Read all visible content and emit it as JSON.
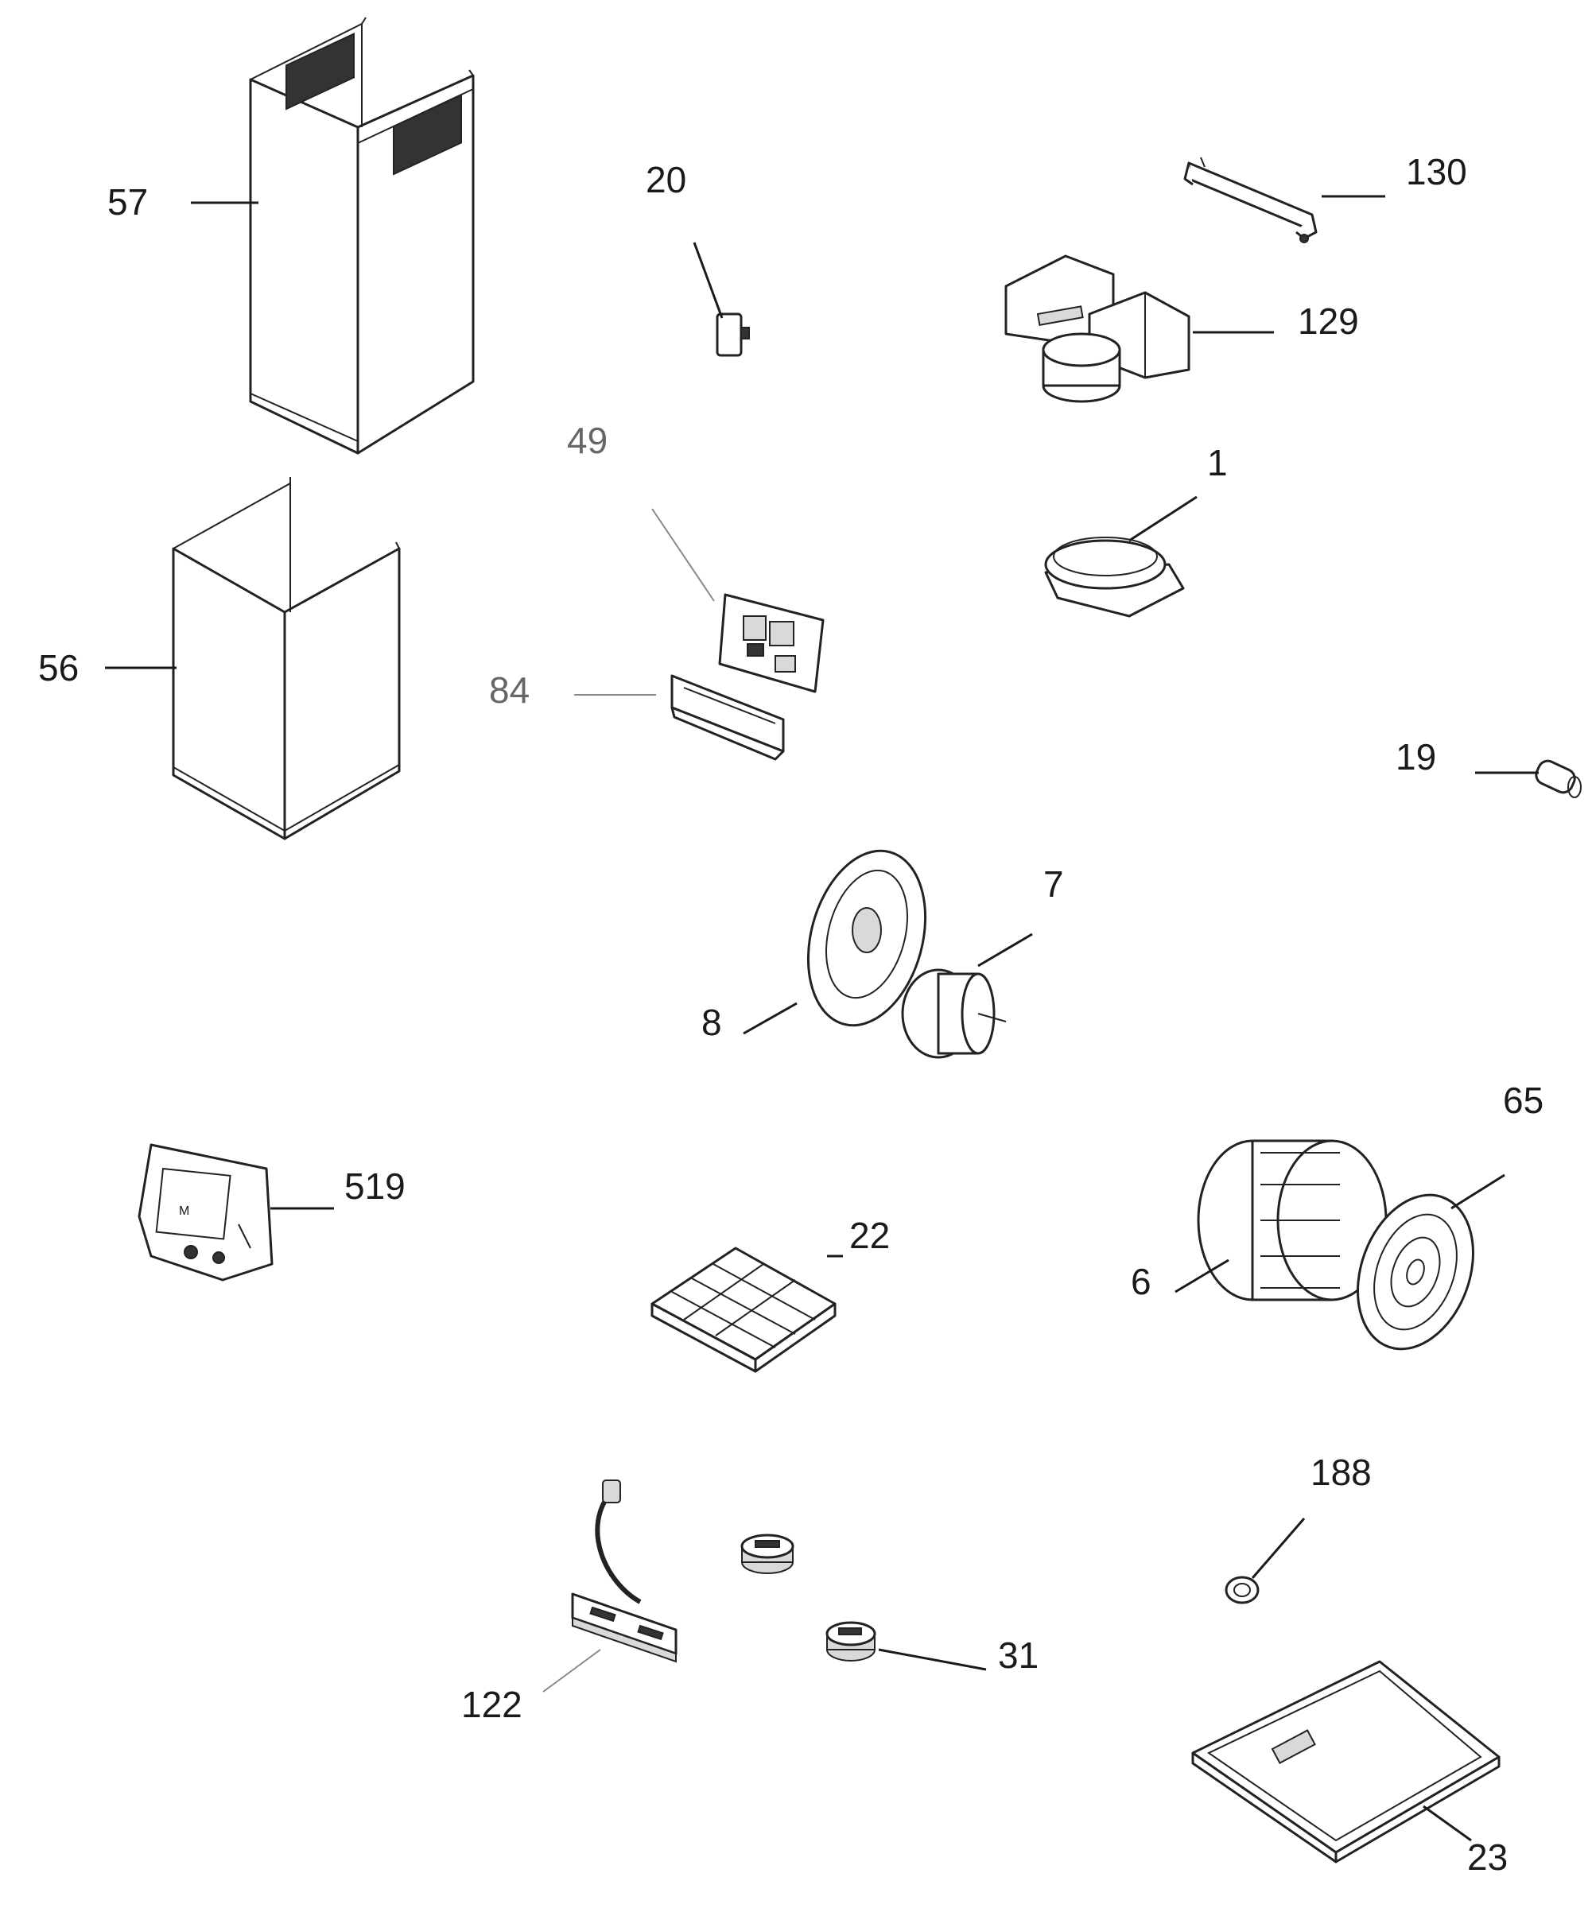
{
  "labels": {
    "p57": "57",
    "p20": "20",
    "p130": "130",
    "p129": "129",
    "p49": "49",
    "p1": "1",
    "p56": "56",
    "p84": "84",
    "p19": "19",
    "p7": "7",
    "p8": "8",
    "p65": "65",
    "p519": "519",
    "p22": "22",
    "p6": "6",
    "p188": "188",
    "p31": "31",
    "p122": "122",
    "p23": "23"
  },
  "bag_print": "M"
}
